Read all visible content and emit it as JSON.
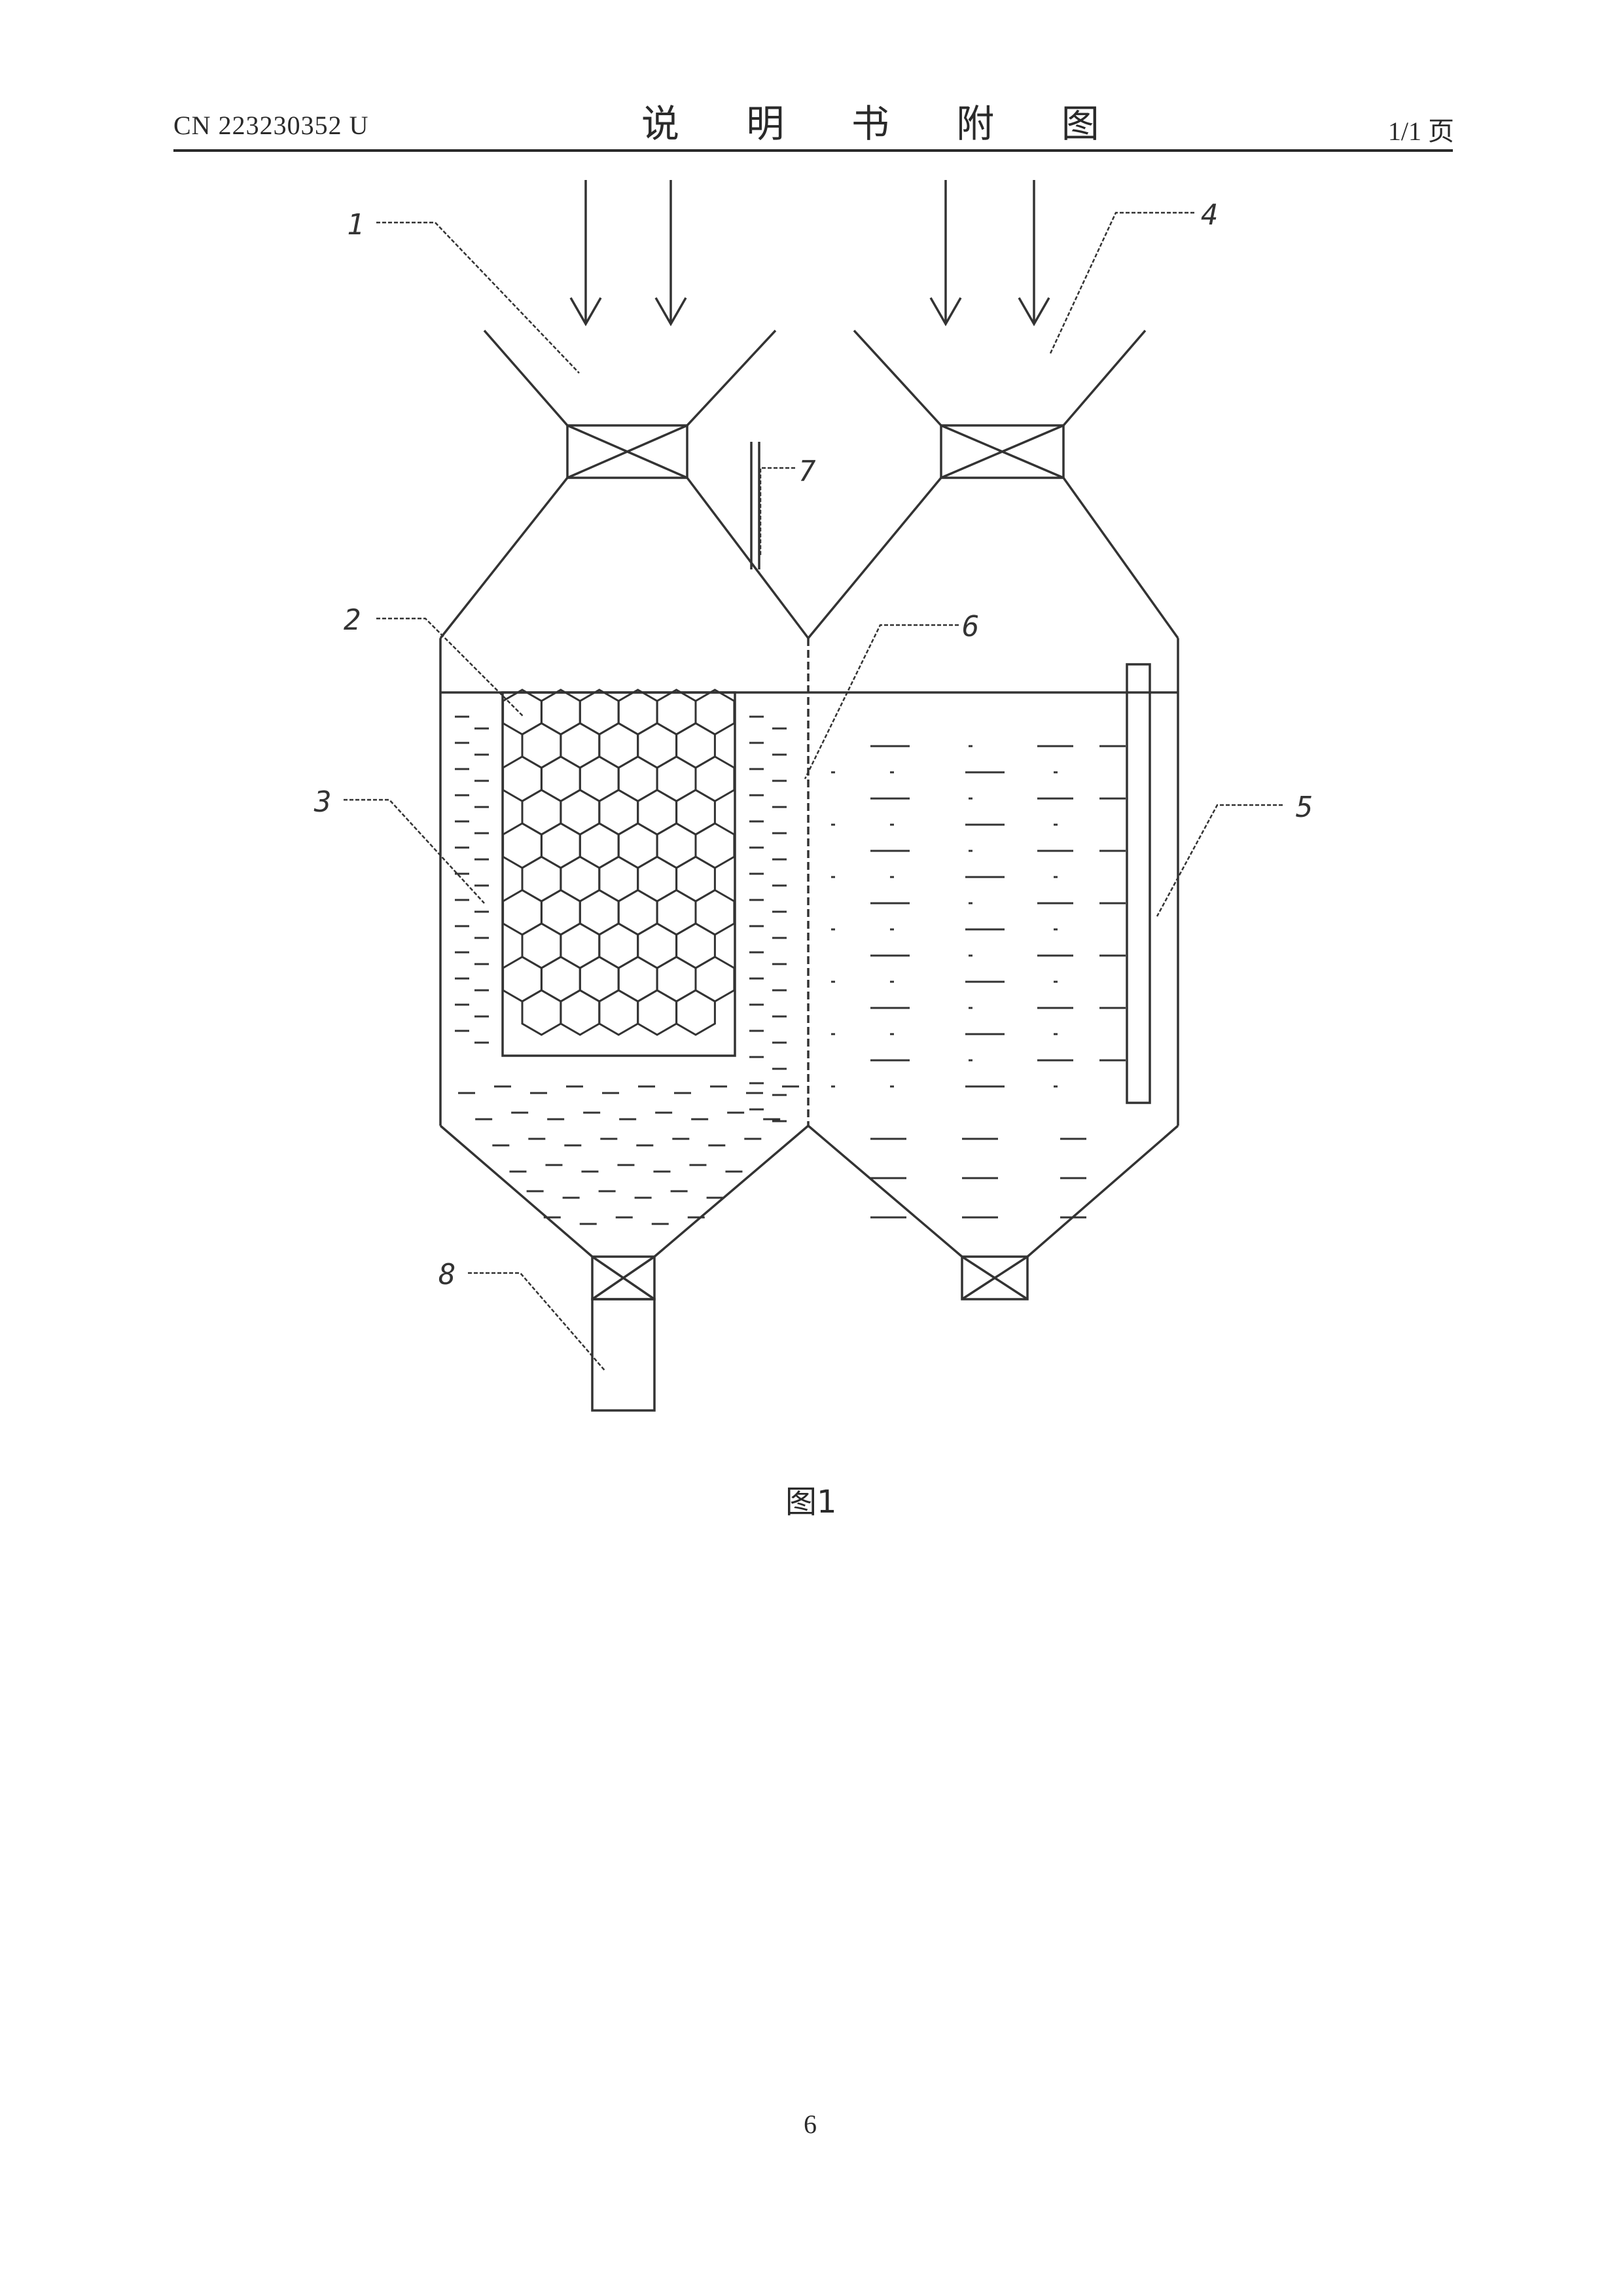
{
  "header": {
    "doc_number": "CN 223230352 U",
    "title": "说 明 书 附 图",
    "page_info": "1/1 页"
  },
  "figure": {
    "labels": [
      "1",
      "2",
      "3",
      "4",
      "5",
      "6",
      "7",
      "8"
    ],
    "caption": "图1"
  },
  "footer": {
    "page_number": "6"
  }
}
